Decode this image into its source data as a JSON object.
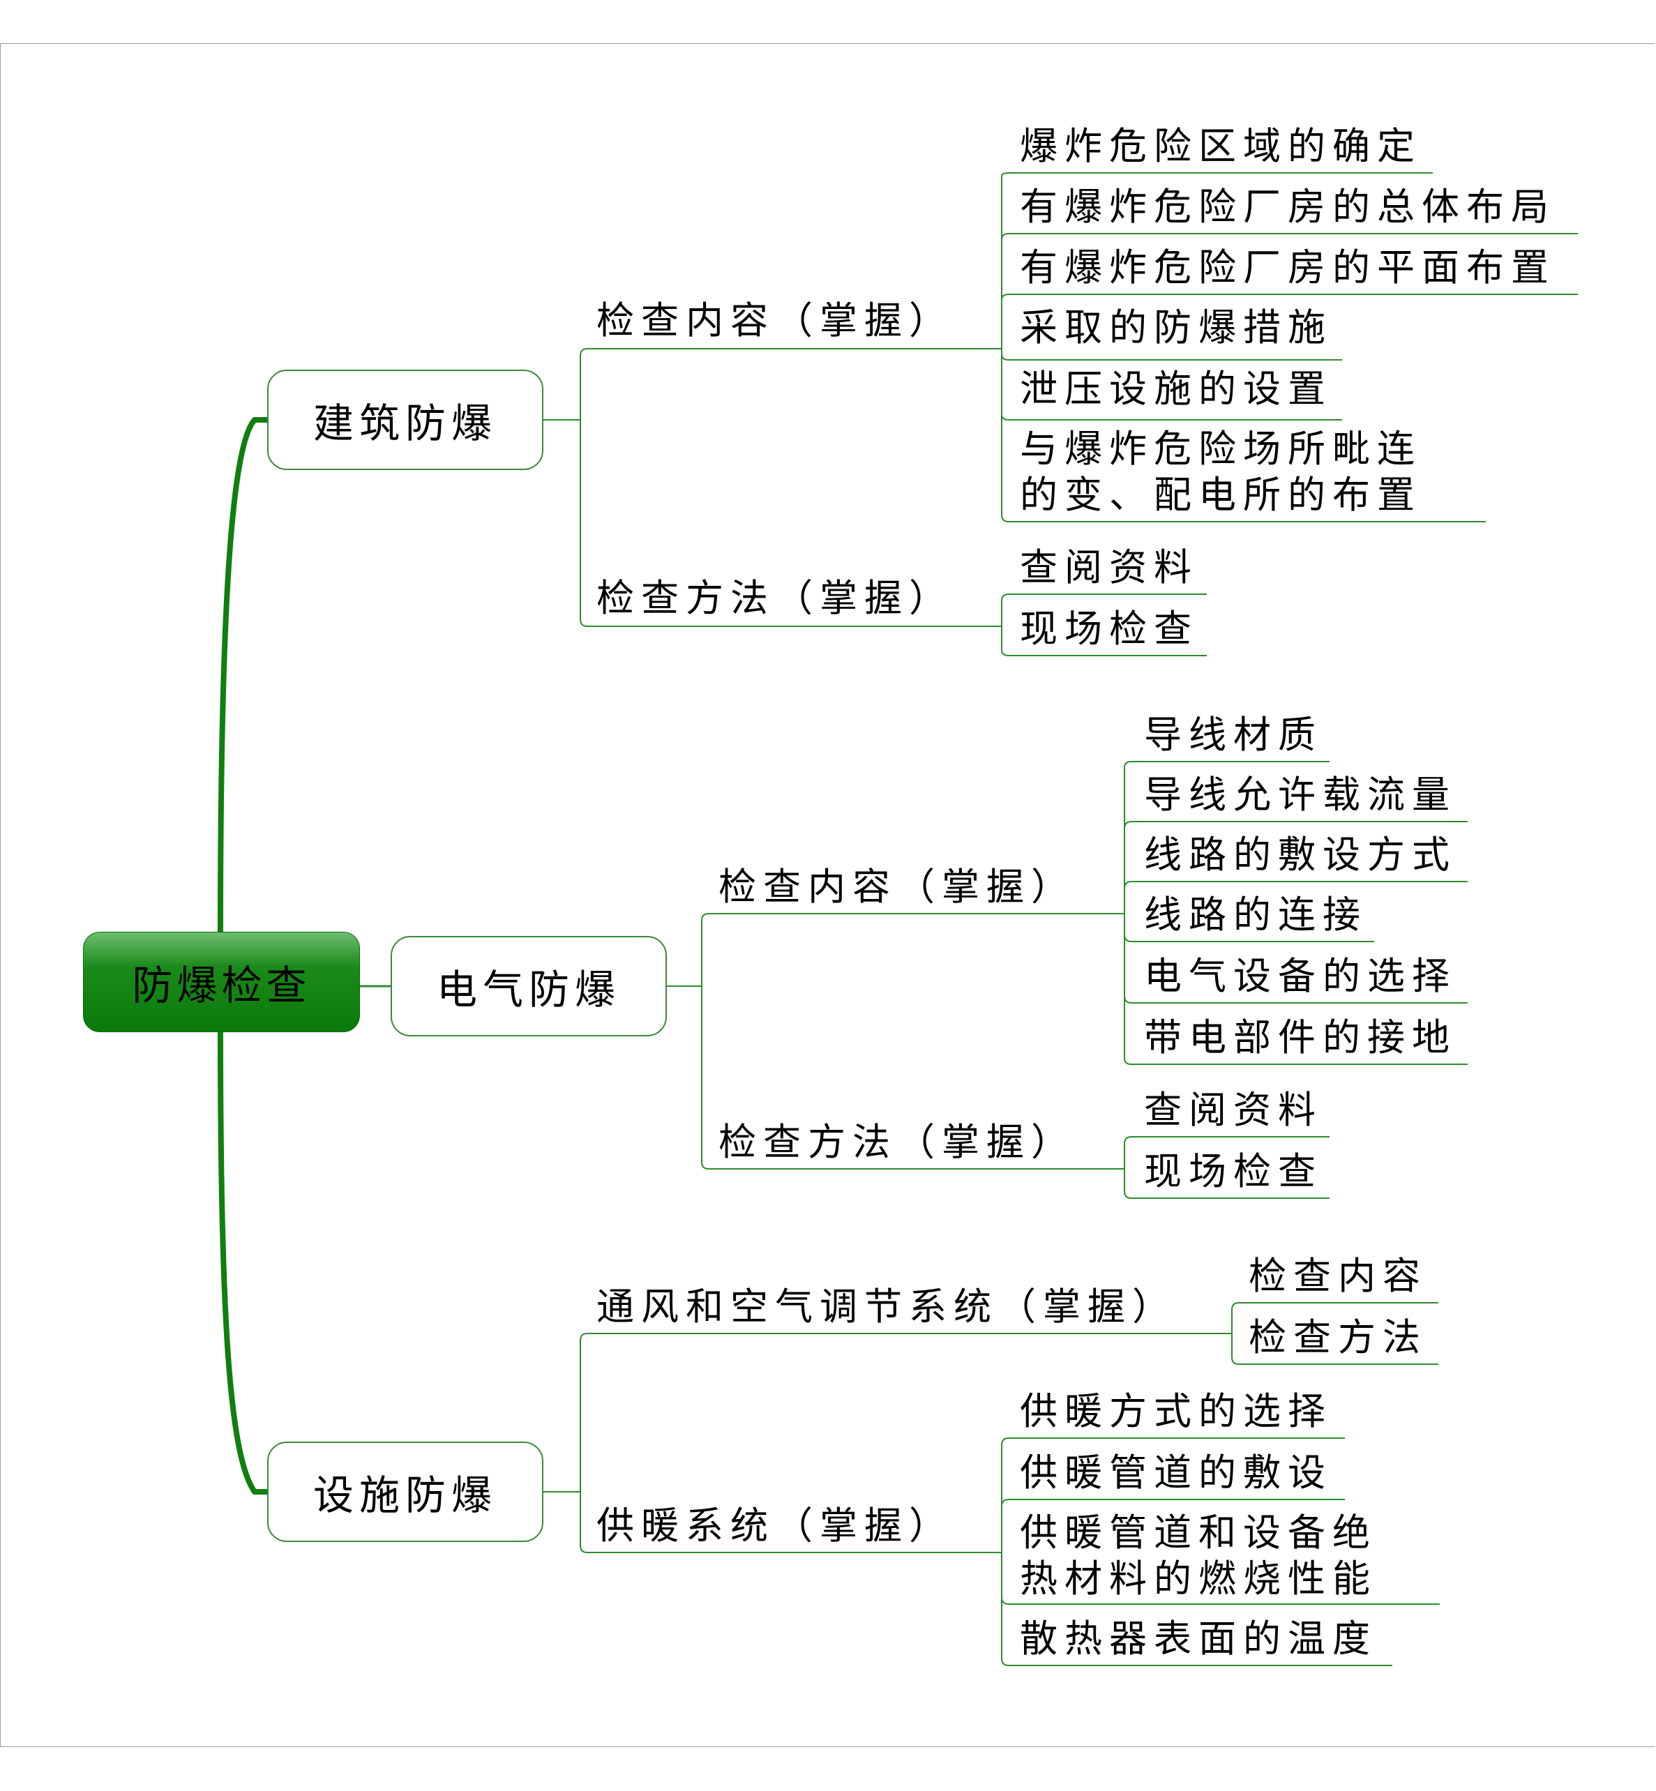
{
  "root": {
    "label": "防爆检查"
  },
  "colors": {
    "root_fill": "#0a7a0a",
    "line": "#2e8b2e",
    "main_line": "#0f7f0f",
    "border": "#9a9a9a"
  },
  "branches": [
    {
      "label": "建筑防爆",
      "children": [
        {
          "label": "检查内容（掌握）",
          "items": [
            "爆炸危险区域的确定",
            "有爆炸危险厂房的总体布局",
            "有爆炸危险厂房的平面布置",
            "采取的防爆措施",
            "泄压设施的设置",
            "与爆炸危险场所毗连",
            "的变、配电所的布置"
          ]
        },
        {
          "label": "检查方法（掌握）",
          "items": [
            "查阅资料",
            "现场检查"
          ]
        }
      ]
    },
    {
      "label": "电气防爆",
      "children": [
        {
          "label": "检查内容（掌握）",
          "items": [
            "导线材质",
            "导线允许载流量",
            "线路的敷设方式",
            "线路的连接",
            "电气设备的选择",
            "带电部件的接地"
          ]
        },
        {
          "label": "检查方法（掌握）",
          "items": [
            "查阅资料",
            "现场检查"
          ]
        }
      ]
    },
    {
      "label": "设施防爆",
      "children": [
        {
          "label": "通风和空气调节系统（掌握）",
          "items": [
            "检查内容",
            "检查方法"
          ]
        },
        {
          "label": "供暖系统（掌握）",
          "items": [
            "供暖方式的选择",
            "供暖管道的敷设",
            "供暖管道和设备绝",
            "热材料的燃烧性能",
            "散热器表面的温度"
          ]
        }
      ]
    }
  ]
}
